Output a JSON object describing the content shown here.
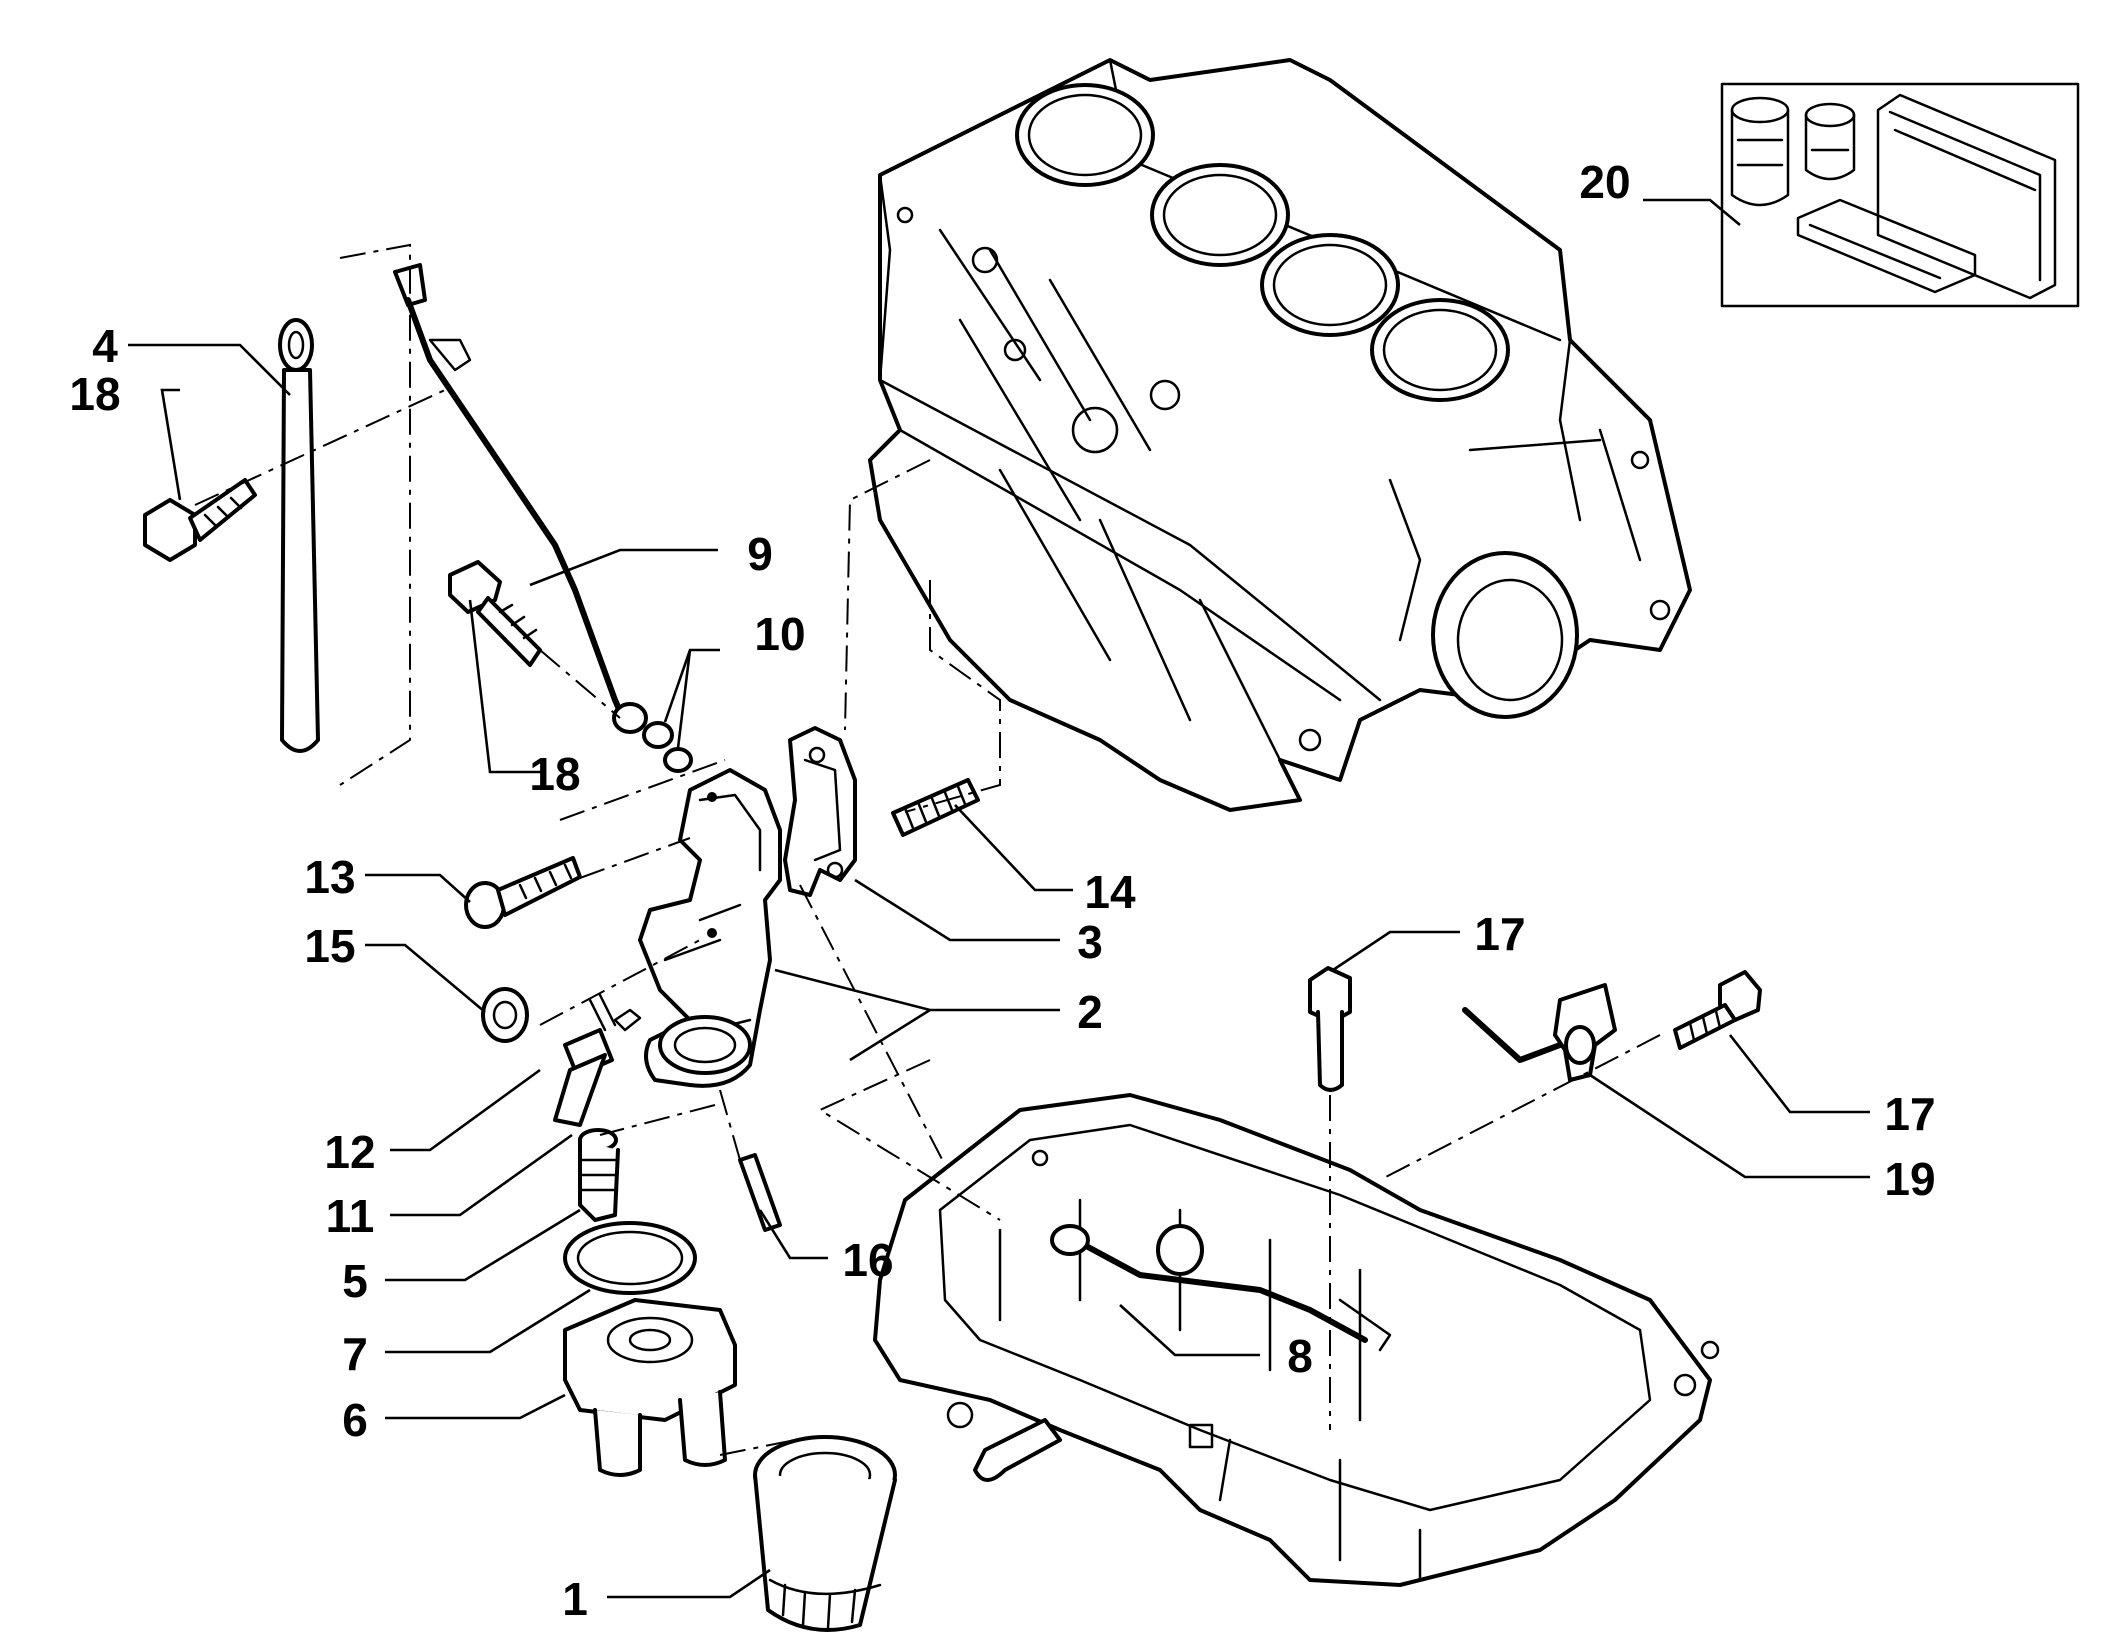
{
  "callouts": [
    {
      "number": "1"
    },
    {
      "number": "2"
    },
    {
      "number": "3"
    },
    {
      "number": "4"
    },
    {
      "number": "5"
    },
    {
      "number": "6"
    },
    {
      "number": "7"
    },
    {
      "number": "8"
    },
    {
      "number": "9"
    },
    {
      "number": "10"
    },
    {
      "number": "11"
    },
    {
      "number": "12"
    },
    {
      "number": "13"
    },
    {
      "number": "14"
    },
    {
      "number": "15"
    },
    {
      "number": "16"
    },
    {
      "number": "17"
    },
    {
      "number": "17"
    },
    {
      "number": "18"
    },
    {
      "number": "18"
    },
    {
      "number": "19"
    },
    {
      "number": "20"
    }
  ]
}
